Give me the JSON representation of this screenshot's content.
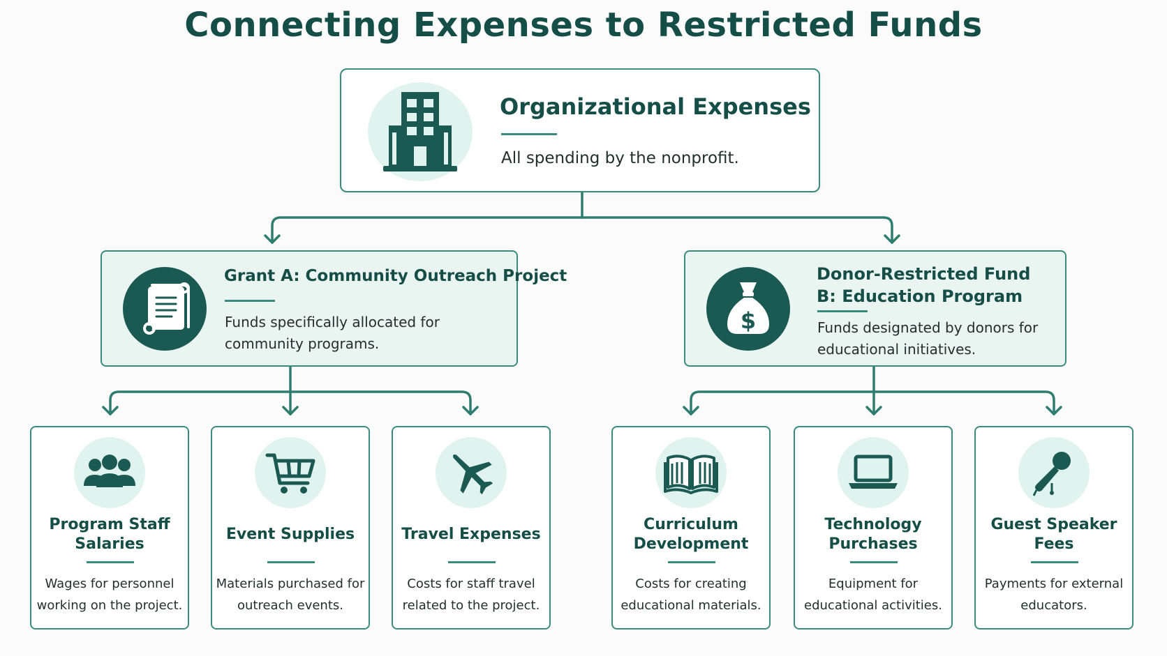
{
  "title": "Connecting Expenses to Restricted Funds",
  "colors": {
    "primary": "#144e46",
    "accent": "#3a8a7e",
    "icon_bg": "#e0f3ee",
    "mid_bg": "#eaf4f1"
  },
  "top": {
    "icon": "building-icon",
    "heading": "Organizational Expenses",
    "desc": "All spending by the nonprofit."
  },
  "funds": [
    {
      "icon": "scroll-icon",
      "heading": "Grant A: Community Outreach Project",
      "desc": "Funds specifically allocated for community programs.",
      "items": [
        {
          "icon": "people-icon",
          "heading": "Program Staff Salaries",
          "desc": "Wages for personnel working on the project."
        },
        {
          "icon": "cart-icon",
          "heading": "Event Supplies",
          "desc": "Materials purchased for outreach events."
        },
        {
          "icon": "airplane-icon",
          "heading": "Travel Expenses",
          "desc": "Costs for staff travel related to the project."
        }
      ]
    },
    {
      "icon": "money-bag-icon",
      "heading": "Donor-Restricted Fund B: Education Program",
      "desc": "Funds designated by donors for educational initiatives.",
      "items": [
        {
          "icon": "book-icon",
          "heading": "Curriculum Development",
          "desc": "Costs for creating educational materials."
        },
        {
          "icon": "laptop-icon",
          "heading": "Technology Purchases",
          "desc": "Equipment for educational activities."
        },
        {
          "icon": "microphone-icon",
          "heading": "Guest Speaker Fees",
          "desc": "Payments for external educators."
        }
      ]
    }
  ]
}
